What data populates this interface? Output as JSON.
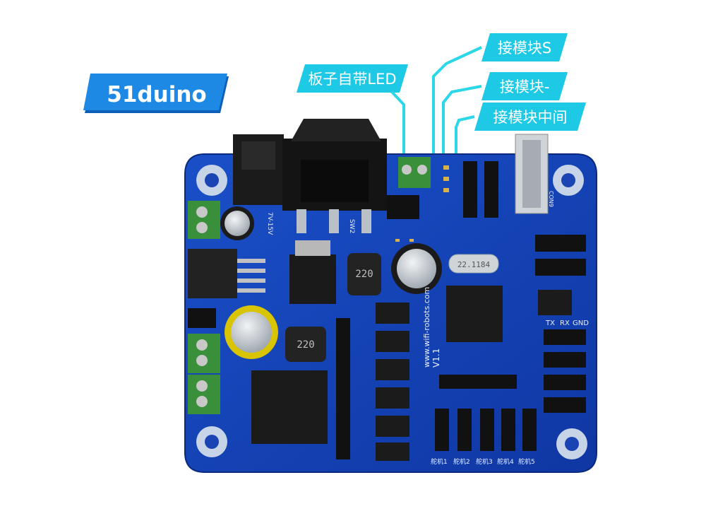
{
  "brand": {
    "label": "51duino",
    "color": "#1e88e5"
  },
  "callouts": [
    {
      "id": "board-led",
      "label": "板子自带LED"
    },
    {
      "id": "module-s",
      "label": "接模块S"
    },
    {
      "id": "module-minus",
      "label": "接模块-"
    },
    {
      "id": "module-middle",
      "label": "接模块中间"
    }
  ],
  "board": {
    "silk_url": "www.wifi-robots.com",
    "version": "V1.1",
    "crystal": "22.1184",
    "inductor_marking": "220",
    "uart_labels": [
      "TX",
      "RX",
      "GND"
    ],
    "servo_labels": [
      "舵机1",
      "舵机2",
      "舵机3",
      "舵机4",
      "舵机5"
    ],
    "power_label": "7V-15V",
    "usb_label": "CON9",
    "switch_label": "SW2"
  },
  "colors": {
    "pcb": "#1240b8",
    "callout": "#1ec9e6",
    "accent": "#2cd7e8"
  }
}
